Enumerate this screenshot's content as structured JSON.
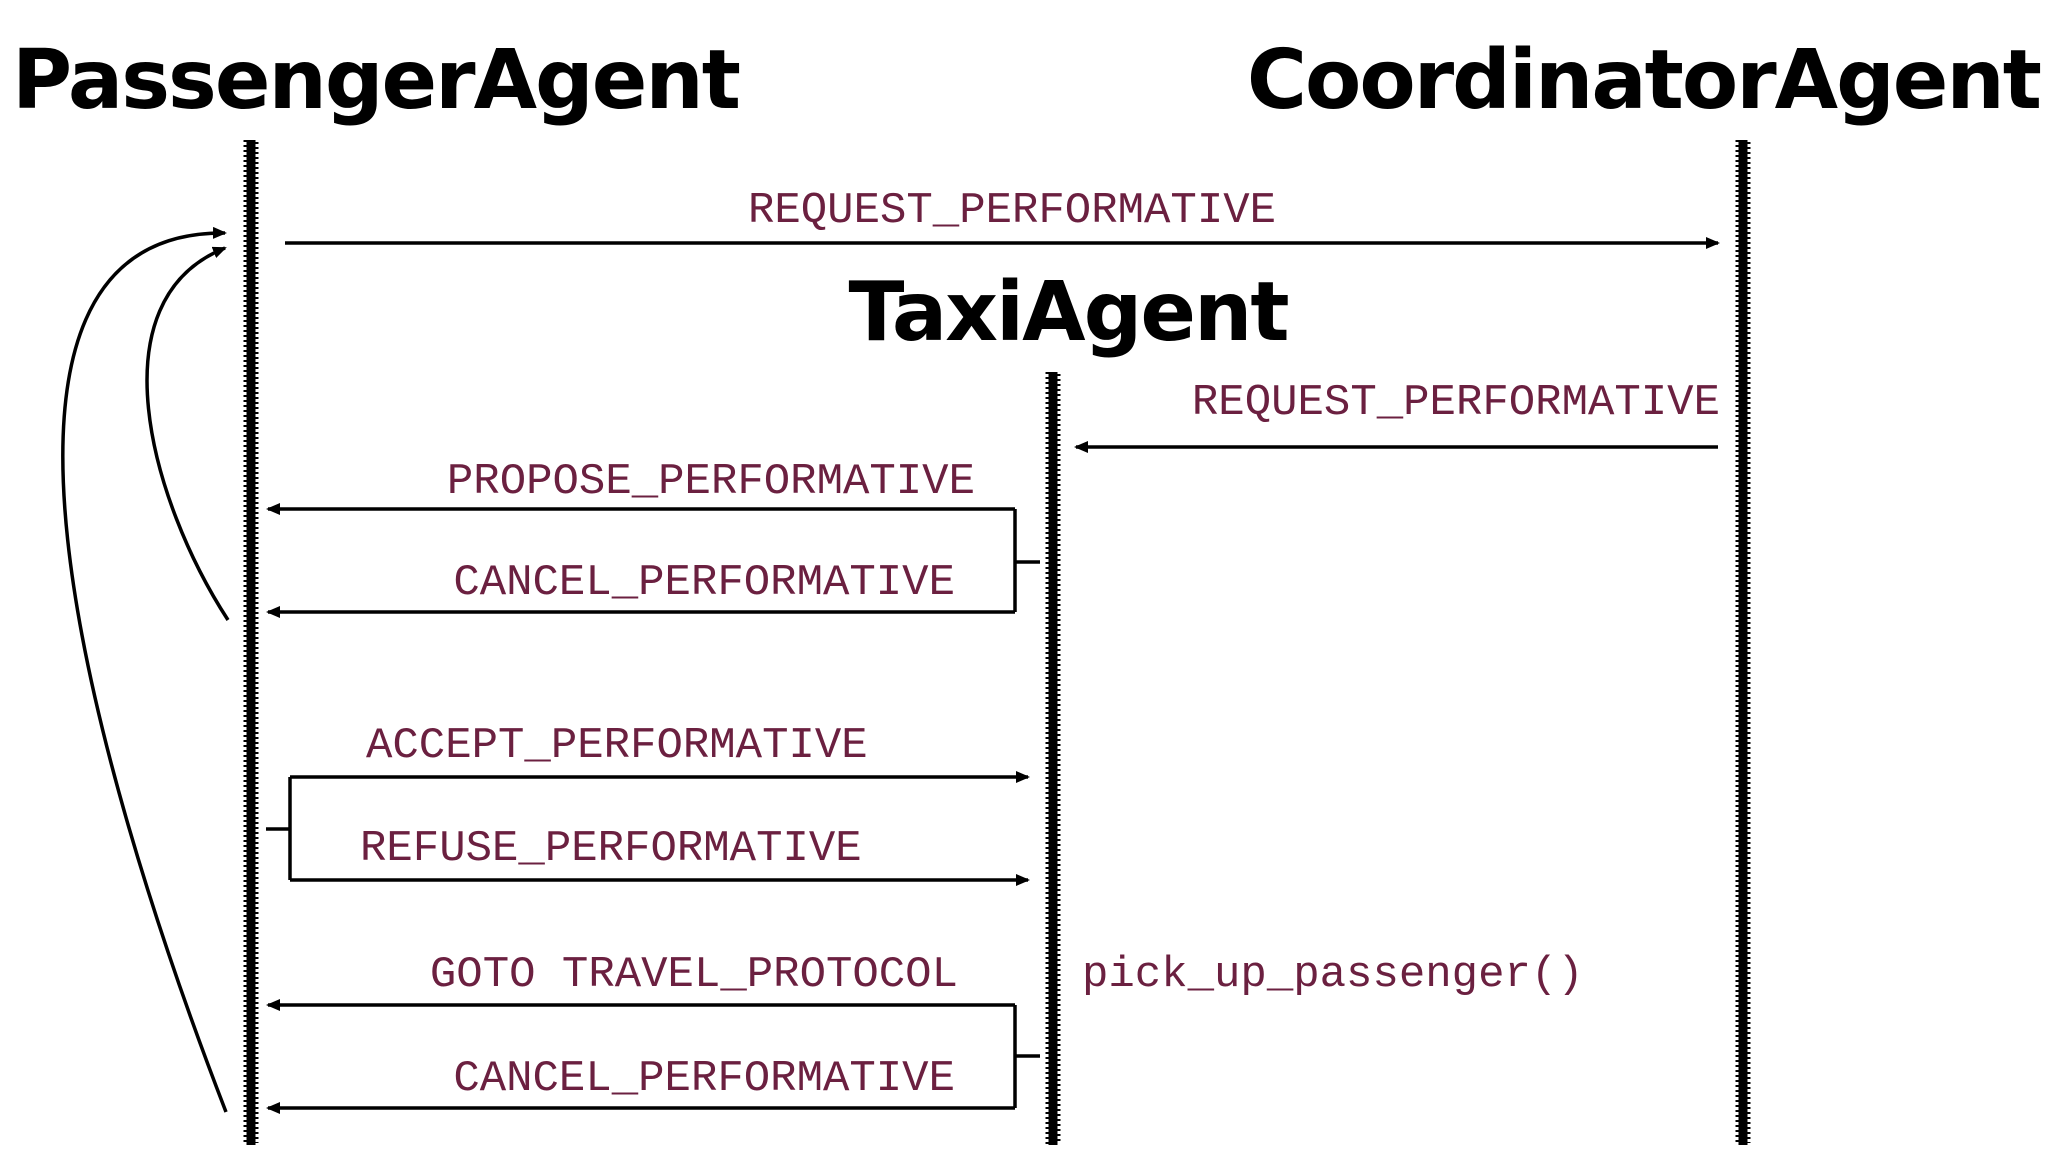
{
  "agents": {
    "passenger": "PassengerAgent",
    "coordinator": "CoordinatorAgent",
    "taxi": "TaxiAgent"
  },
  "messages": {
    "passenger_to_coordinator_request": "REQUEST_PERFORMATIVE",
    "coordinator_to_taxi_request": "REQUEST_PERFORMATIVE",
    "taxi_propose": "PROPOSE_PERFORMATIVE",
    "taxi_cancel_1": "CANCEL_PERFORMATIVE",
    "passenger_accept": "ACCEPT_PERFORMATIVE",
    "passenger_refuse": "REFUSE_PERFORMATIVE",
    "taxi_goto_travel": "GOTO TRAVEL_PROTOCOL",
    "taxi_cancel_2": "CANCEL_PERFORMATIVE"
  },
  "actions": {
    "taxi_action": "pick_up_passenger()"
  },
  "colors": {
    "message_text": "#6b2040",
    "lines": "#000000"
  }
}
